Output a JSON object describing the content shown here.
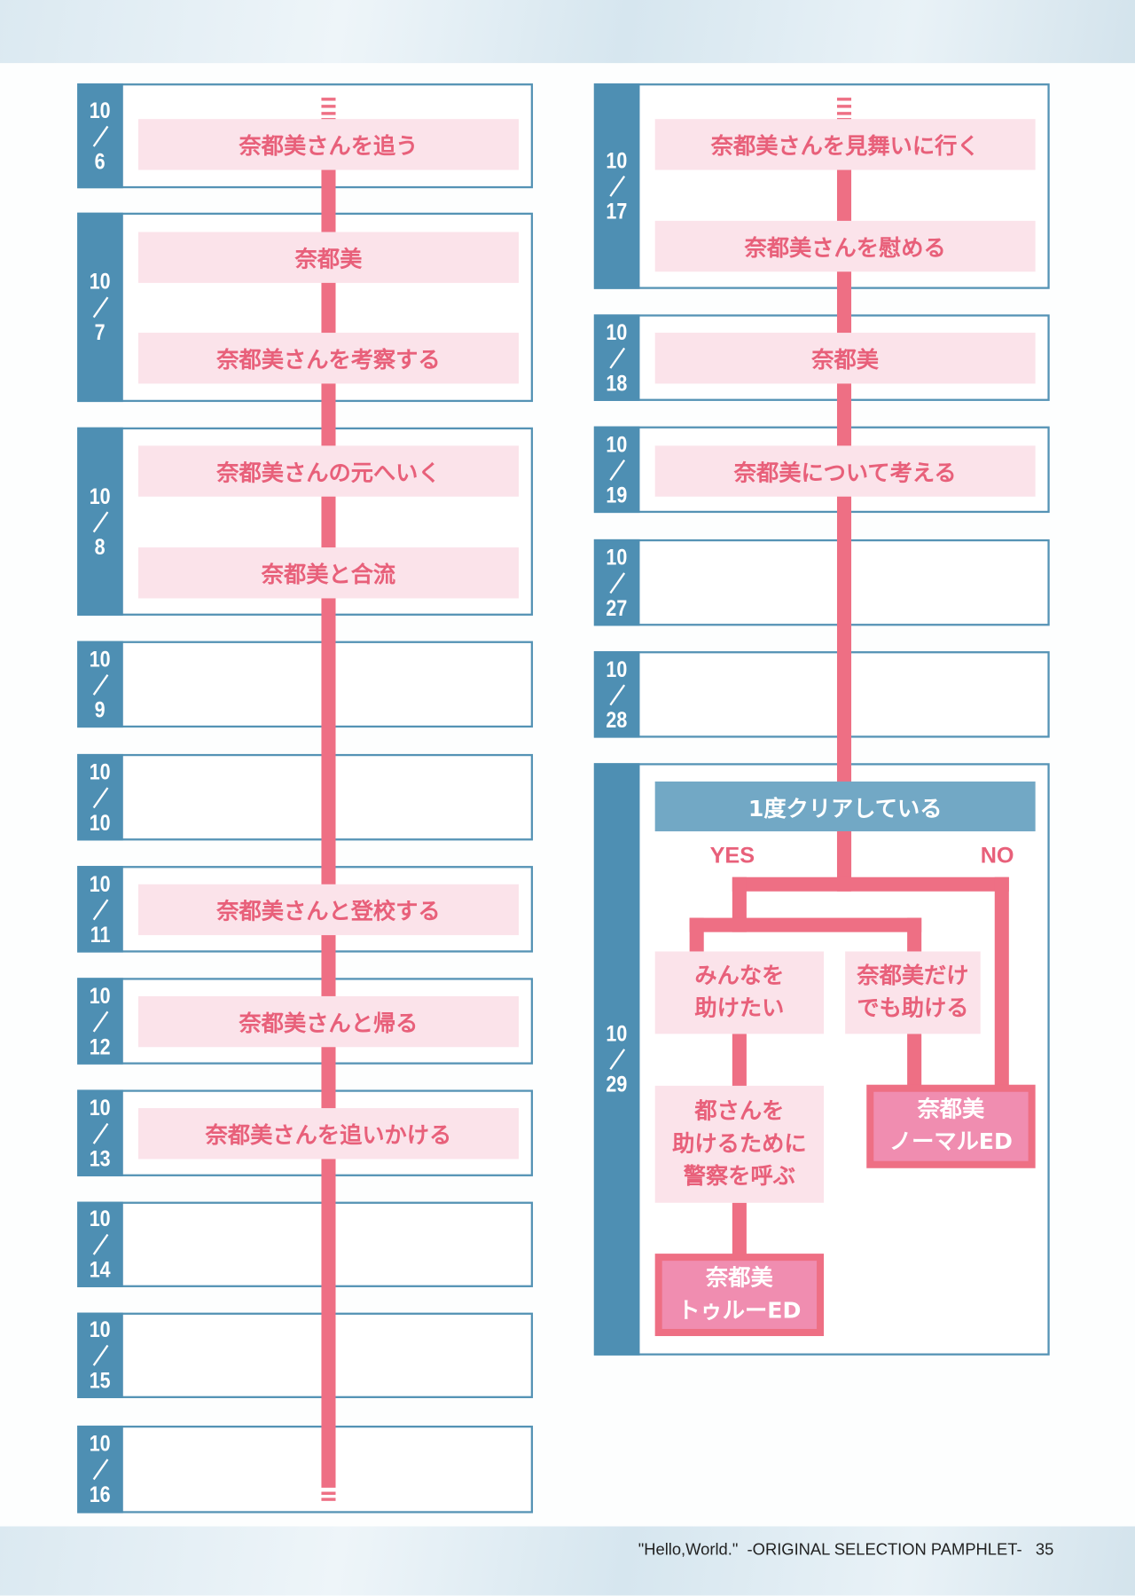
{
  "footer": {
    "title": "\"Hello,World.\"  -ORIGINAL SELECTION PAMPHLET-",
    "page_number": "35"
  },
  "colors": {
    "accent_pink": "#ee6f84",
    "label_bg": "#fbe3ea",
    "date_blue": "#4e8fb3",
    "condition_blue": "#72a8c5"
  },
  "left": [
    {
      "month": "10",
      "day": "6",
      "choices": [
        "奈都美さんを追う"
      ]
    },
    {
      "month": "10",
      "day": "7",
      "choices": [
        "奈都美",
        "奈都美さんを考察する"
      ]
    },
    {
      "month": "10",
      "day": "8",
      "choices": [
        "奈都美さんの元へいく",
        "奈都美と合流"
      ]
    },
    {
      "month": "10",
      "day": "9",
      "choices": []
    },
    {
      "month": "10",
      "day": "10",
      "choices": []
    },
    {
      "month": "10",
      "day": "11",
      "choices": [
        "奈都美さんと登校する"
      ]
    },
    {
      "month": "10",
      "day": "12",
      "choices": [
        "奈都美さんと帰る"
      ]
    },
    {
      "month": "10",
      "day": "13",
      "choices": [
        "奈都美さんを追いかける"
      ]
    },
    {
      "month": "10",
      "day": "14",
      "choices": []
    },
    {
      "month": "10",
      "day": "15",
      "choices": []
    },
    {
      "month": "10",
      "day": "16",
      "choices": []
    }
  ],
  "right": [
    {
      "month": "10",
      "day": "17",
      "choices": [
        "奈都美さんを見舞いに行く",
        "奈都美さんを慰める"
      ]
    },
    {
      "month": "10",
      "day": "18",
      "choices": [
        "奈都美"
      ]
    },
    {
      "month": "10",
      "day": "19",
      "choices": [
        "奈都美について考える"
      ]
    },
    {
      "month": "10",
      "day": "27",
      "choices": []
    },
    {
      "month": "10",
      "day": "28",
      "choices": []
    },
    {
      "month": "10",
      "day": "29",
      "choices": []
    }
  ],
  "branch": {
    "condition": "1度クリアしている",
    "yes": "YES",
    "no": "NO",
    "yes_left": [
      "みんなを",
      "助けたい"
    ],
    "yes_right": [
      "奈都美だけ",
      "でも助ける"
    ],
    "call_police": [
      "都さんを",
      "助けるために",
      "警察を呼ぶ"
    ],
    "true_end": [
      "奈都美",
      "トゥルーED"
    ],
    "normal_end": [
      "奈都美",
      "ノーマルED"
    ]
  }
}
